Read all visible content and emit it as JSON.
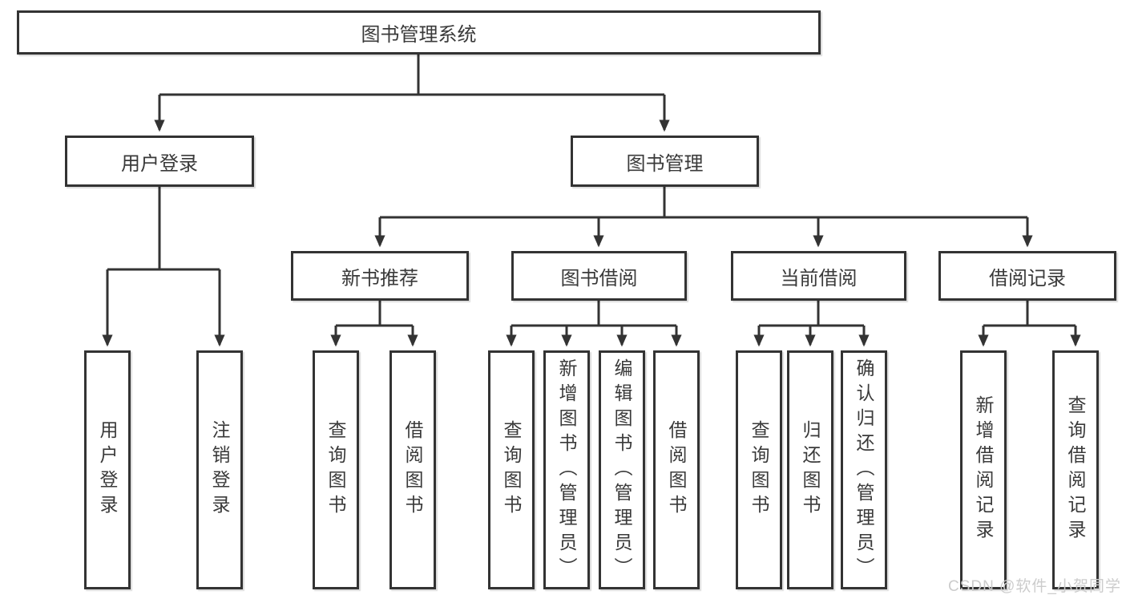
{
  "tree": {
    "root": {
      "label": "图书管理系统"
    },
    "login": {
      "label": "用户登录",
      "children": [
        {
          "label": "用户登录"
        },
        {
          "label": "注销登录"
        }
      ]
    },
    "management": {
      "label": "图书管理",
      "groups": [
        {
          "label": "新书推荐",
          "children": [
            {
              "label": "查询图书"
            },
            {
              "label": "借阅图书"
            }
          ]
        },
        {
          "label": "图书借阅",
          "children": [
            {
              "label": "查询图书"
            },
            {
              "label": "新增图书（管理员）"
            },
            {
              "label": "编辑图书（管理员）"
            },
            {
              "label": "借阅图书"
            }
          ]
        },
        {
          "label": "当前借阅",
          "children": [
            {
              "label": "查询图书"
            },
            {
              "label": "归还图书"
            },
            {
              "label": "确认归还（管理员）"
            }
          ]
        },
        {
          "label": "借阅记录",
          "children": [
            {
              "label": "新增借阅记录"
            },
            {
              "label": "查询借阅记录"
            }
          ]
        }
      ]
    }
  },
  "watermark": {
    "text": "CSDN @软件_小贺同学",
    "color": "#cccccc"
  },
  "colors": {
    "line": "#333333",
    "box_border": "#333333",
    "text": "#3a3a3a",
    "background": "#ffffff"
  }
}
